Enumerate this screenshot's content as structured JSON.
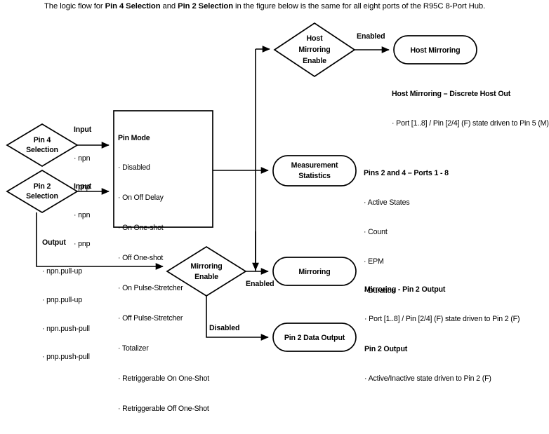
{
  "caption": {
    "part1": "The logic flow for ",
    "bold1": "Pin 4 Selection",
    "part2": " and ",
    "bold2": "Pin 2 Selection",
    "part3": " in the figure below is the same for all eight ports of the R95C 8-Port Hub."
  },
  "nodes": {
    "pin4_selection": {
      "line1": "Pin 4",
      "line2": "Selection"
    },
    "pin2_selection": {
      "line1": "Pin 2",
      "line2": "Selection"
    },
    "host_mirroring_enable": {
      "line1": "Host",
      "line2": "Mirroring",
      "line3": "Enable"
    },
    "host_mirroring": {
      "line1": "Host Mirroring"
    },
    "measurement_statistics": {
      "line1": "Measurement",
      "line2": "Statistics"
    },
    "mirroring_enable": {
      "line1": "Mirroring",
      "line2": "Enable"
    },
    "mirroring": {
      "line1": "Mirroring"
    },
    "pin2_data_output": {
      "line1": "Pin 2 Data Output"
    }
  },
  "pin_mode_box": {
    "title": "Pin Mode",
    "items": [
      "Disabled",
      "On Off Delay",
      "On One-shot",
      "Off One-shot",
      "On Pulse-Stretcher",
      "Off Pulse-Stretcher",
      "Totalizer",
      "Retriggerable On One-Shot",
      "Retriggerable Off One-Shot"
    ]
  },
  "input_pin4": {
    "title": "Input",
    "items": [
      "npn",
      "pnp"
    ]
  },
  "input_pin2": {
    "title": "Input",
    "items": [
      "npn",
      "pnp"
    ]
  },
  "output_pin2": {
    "title": "Output",
    "items": [
      "npn.pull-up",
      "pnp.pull-up",
      "npn.push-pull",
      "pnp.push-pull"
    ]
  },
  "edge_labels": {
    "host_enabled": "Enabled",
    "mirroring_enabled": "Enabled",
    "mirroring_disabled": "Disabled"
  },
  "annotations": {
    "host_mirroring": {
      "title": "Host Mirroring – Discrete Host Out",
      "items": [
        "Port [1..8] / Pin [2/4] (F) state driven to Pin 5 (M)"
      ]
    },
    "measurement": {
      "title": "Pins 2 and 4 – Ports 1 - 8",
      "items": [
        "Active States",
        "Count",
        "EPM",
        "Duration"
      ]
    },
    "mirroring": {
      "title": "Mirroring - Pin 2 Output",
      "items": [
        "Port [1..8] / Pin [2/4] (F) state driven to Pin 2 (F)"
      ]
    },
    "pin2_output": {
      "title": "Pin 2 Output",
      "items": [
        "Active/Inactive state driven to Pin 2 (F)"
      ]
    }
  },
  "colors": {
    "stroke": "#000000",
    "background": "#ffffff",
    "text": "#000000"
  }
}
